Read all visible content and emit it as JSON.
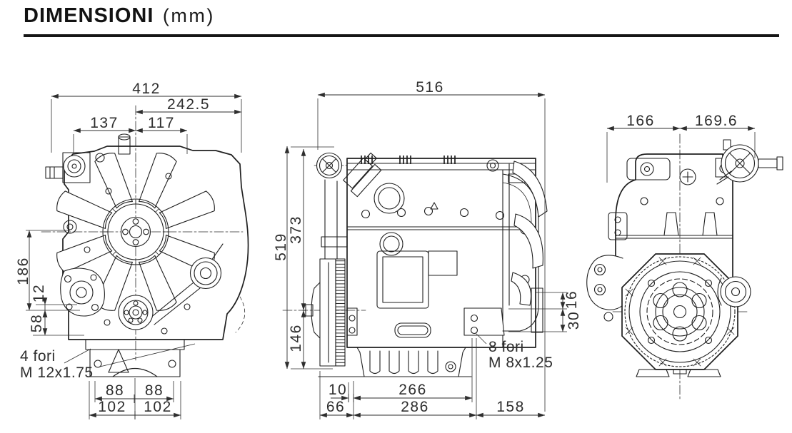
{
  "title": {
    "main": "DIMENSIONI",
    "unit": "(mm)"
  },
  "front_view": {
    "dims": {
      "overall_width": "412",
      "center_to_right_edge": "242.5",
      "left_of_center": "137",
      "right_of_center": "117",
      "height_186": "186",
      "offset_12": "12",
      "offset_58": "58",
      "foot_88_left": "88",
      "foot_88_right": "88",
      "base_102_left": "102",
      "base_102_right": "102"
    },
    "hole_note_line1": "4 fori",
    "hole_note_line2": "M 12x1.75"
  },
  "side_view": {
    "dims": {
      "overall_width": "516",
      "overall_height": "519",
      "top_to_crank_axis": "373",
      "crank_axis_to_base": "146",
      "mount_offset_16": "16",
      "mount_offset_30": "30",
      "flywheel_face_offset": "10",
      "mount_span": "266",
      "flywheel_side_66": "66",
      "block_length_286": "286",
      "fan_side_158": "158"
    },
    "hole_note_line1": "8 fori",
    "hole_note_line2": "M 8x1.25"
  },
  "rear_view": {
    "dims": {
      "center_to_left": "166",
      "center_to_right": "169.6"
    }
  }
}
